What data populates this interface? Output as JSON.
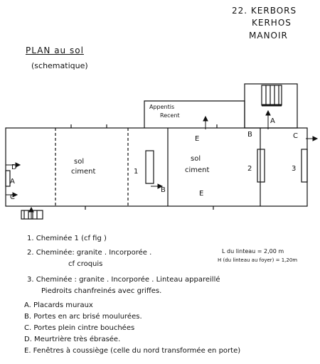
{
  "header": {
    "line1": "22. KERBORS",
    "line2": "KERHOS",
    "line3": "MANOIR",
    "title": "PLAN au sol",
    "subtitle": "(schematique)"
  },
  "plan": {
    "appentis": "Appentis",
    "recent": "Recent",
    "sol_left_1": "sol",
    "sol_left_2": "ciment",
    "sol_mid_1": "sol",
    "sol_mid_2": "ciment",
    "lab_1": "1",
    "lab_2": "2",
    "lab_3": "3",
    "lab_A_left": "A",
    "lab_A_top": "A",
    "lab_B_top": "B",
    "lab_B_mid": "B",
    "lab_C_left": "C",
    "lab_C_right": "C",
    "lab_D": "D",
    "lab_E_top": "E",
    "lab_E_bottom": "E"
  },
  "legend": {
    "i1": "1. Cheminée 1   (cf fig   )",
    "i2a": "2. Cheminée: granite . Incorporée .",
    "i2b": "cf croquis",
    "i2c": "L du linteau = 2,00 m",
    "i2d": "H (du linteau au foyer) = 1,20m",
    "i3a": "3. Cheminée : granite . Incorporée . Linteau appareillé",
    "i3b": "Piedroits chanfreinés avec griffes.",
    "iA": "A. Placards muraux",
    "iB": "B. Portes en arc brisé moulurées.",
    "iC": "C. Portes plein cintre bouchées",
    "iD": "D. Meurtrière très ébrasée.",
    "iE": "E. Fenêtres à coussiège (celle du nord transformée en porte)"
  }
}
